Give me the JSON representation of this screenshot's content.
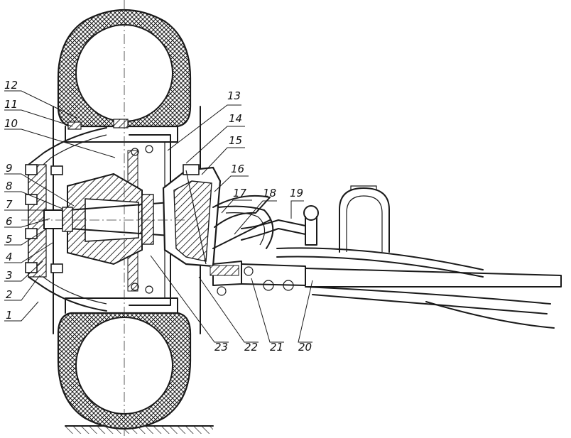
{
  "figure": {
    "callouts": [
      "1",
      "2",
      "3",
      "4",
      "5",
      "6",
      "7",
      "8",
      "9",
      "10",
      "11",
      "12",
      "13",
      "14",
      "15",
      "16",
      "17",
      "18",
      "19",
      "20",
      "21",
      "22",
      "23"
    ]
  }
}
